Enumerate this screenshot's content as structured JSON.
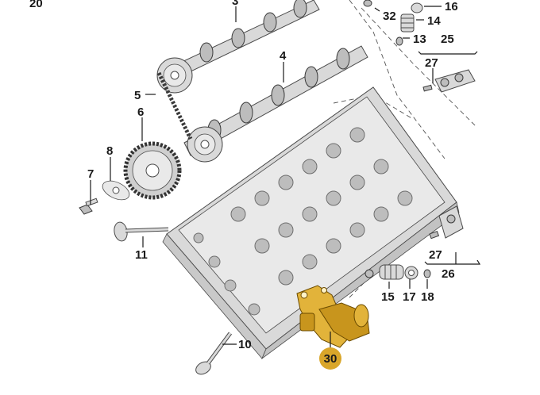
{
  "labels": {
    "p20": "20",
    "p3": "3",
    "p32": "32",
    "p16": "16",
    "p14": "14",
    "p13": "13",
    "p25": "25",
    "p27a": "27",
    "p4": "4",
    "p5": "5",
    "p6": "6",
    "p8": "8",
    "p7": "7",
    "p11": "11",
    "p27b": "27",
    "p26": "26",
    "p15": "15",
    "p17": "17",
    "p18": "18",
    "p10": "10",
    "p30": "30"
  },
  "colors": {
    "highlight": "#d9a62a",
    "part_grey": "#d9d9d9",
    "line": "#1a1a1a"
  }
}
